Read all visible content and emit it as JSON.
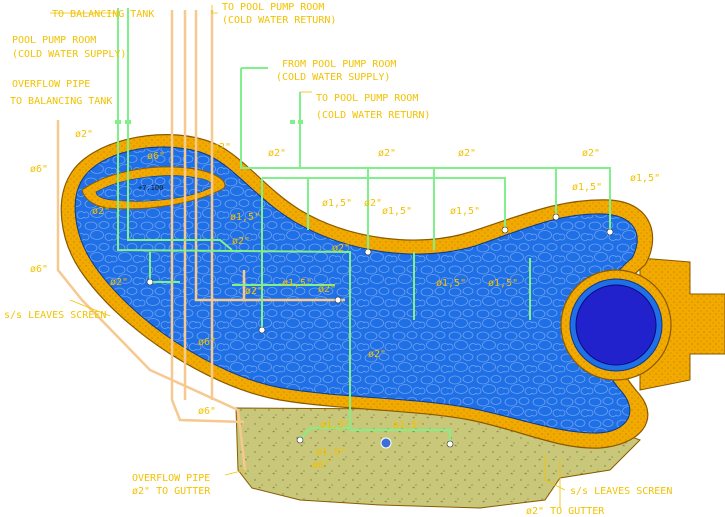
{
  "colors": {
    "water": "#1f6fe6",
    "pebble_edge": "#6fa3ee",
    "coping": "#f2a900",
    "coping_edge": "#8a5a00",
    "deck": "#c9c77a",
    "supply_pipe": "#7ff08a",
    "return_pipe": "#f5c98f",
    "label": "#f2c200",
    "spa": "#2222cc"
  },
  "labels": {
    "to_balancing_tank": "TO BALANCING TANK",
    "pool_pump_room_supply_1": "POOL PUMP ROOM",
    "pool_pump_room_supply_2": "(COLD WATER SUPPLY)",
    "overflow_pipe_1": "OVERFLOW PIPE",
    "overflow_pipe_2": "TO BALANCING TANK",
    "to_pool_pump_room_top_1": "TO POOL PUMP ROOM",
    "to_pool_pump_room_top_2": "(COLD WATER RETURN)",
    "from_pool_pump_room_1": "FROM POOL PUMP ROOM",
    "from_pool_pump_room_2": "(COLD WATER SUPPLY)",
    "to_pool_pump_room_mid_1": "TO POOL PUMP ROOM",
    "to_pool_pump_room_mid_2": "(COLD WATER RETURN)",
    "leaves_screen_left": "s/s LEAVES SCREEN",
    "leaves_screen_right": "s/s LEAVES SCREEN",
    "overflow_gutter_1": "OVERFLOW PIPE",
    "overflow_gutter_2": "ø2\" TO GUTTER",
    "gutter_bottom": "ø2\" TO GUTTER",
    "level_mark": "+7.100"
  },
  "dimensions": {
    "d2_a": "ø2\"",
    "d6_a": "ø6\"",
    "d6_left": "ø6\"",
    "d2_left": "ø2\"",
    "d6_left2": "ø6\"",
    "d2_b": "ø2\"",
    "d2_c": "ø2\"",
    "d2_d": "ø2\"",
    "d2_e": "ø2\"",
    "d2_f": "ø2\"",
    "d15_top_right": "ø1,5\"",
    "d15_right2": "ø1,5\"",
    "d15_a": "ø1,5\"",
    "d15_b": "ø1,5\"",
    "d15_c": "ø1,5\"",
    "d15_d": "ø1,5\"",
    "d2_g": "ø2\"",
    "d2_h": "ø2\"",
    "d2_i": "ø2\"",
    "d15_e": "ø1,5\"",
    "d2_j": "ø2\"",
    "d15_f": "ø1,5\"",
    "d15_g": "ø1,5\"",
    "d15_h": "ø1,5\"",
    "d6_mid": "ø6\"",
    "d2_k": "ø2\"",
    "d2_l": "ø2\"",
    "d15_i": "ø1,5\"",
    "d15_j": "ø1,5\"",
    "d2_m": "ø2\"",
    "d6_m": "ø6\"",
    "d6_n": "ø6\""
  }
}
